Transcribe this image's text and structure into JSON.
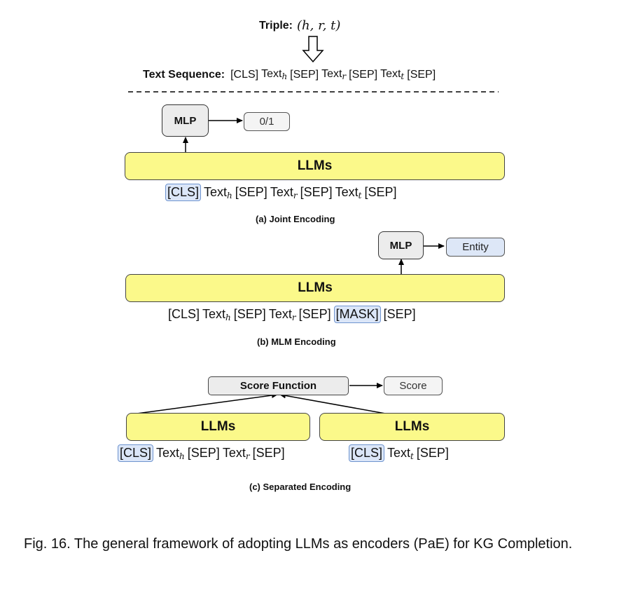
{
  "top": {
    "triple_label": "Triple:",
    "triple_value": "(h, r, t)",
    "text_sequence_label": "Text Sequence:",
    "text_sequence": [
      {
        "t": "[CLS]"
      },
      {
        "t": "Text",
        "sub": "h"
      },
      {
        "t": "[SEP]"
      },
      {
        "t": "Text",
        "sub": "r"
      },
      {
        "t": "[SEP]"
      },
      {
        "t": "Text",
        "sub": "t"
      },
      {
        "t": "[SEP]"
      }
    ]
  },
  "joint": {
    "llm_label": "LLMs",
    "mlp_label": "MLP",
    "output_label": "0/1",
    "caption": "(a) Joint Encoding",
    "tokens": [
      {
        "t": "[CLS]",
        "hl": true
      },
      {
        "t": "Text",
        "sub": "h"
      },
      {
        "t": "[SEP]"
      },
      {
        "t": "Text",
        "sub": "r"
      },
      {
        "t": "[SEP]"
      },
      {
        "t": "Text",
        "sub": "t"
      },
      {
        "t": "[SEP]"
      }
    ]
  },
  "mlm": {
    "llm_label": "LLMs",
    "mlp_label": "MLP",
    "output_label": "Entity",
    "caption": "(b) MLM Encoding",
    "tokens": [
      {
        "t": "[CLS]"
      },
      {
        "t": "Text",
        "sub": "h"
      },
      {
        "t": "[SEP]"
      },
      {
        "t": "Text",
        "sub": "r"
      },
      {
        "t": "[SEP]"
      },
      {
        "t": "[MASK]",
        "hl": true
      },
      {
        "t": "[SEP]"
      }
    ]
  },
  "separated": {
    "score_function_label": "Score Function",
    "score_label": "Score",
    "left_llm_label": "LLMs",
    "right_llm_label": "LLMs",
    "caption": "(c) Separated Encoding",
    "left_tokens": [
      {
        "t": "[CLS]",
        "hl": true
      },
      {
        "t": "Text",
        "sub": "h"
      },
      {
        "t": "[SEP]"
      },
      {
        "t": "Text",
        "sub": "r"
      },
      {
        "t": "[SEP]"
      }
    ],
    "right_tokens": [
      {
        "t": "[CLS]",
        "hl": true
      },
      {
        "t": "Text",
        "sub": "t"
      },
      {
        "t": "[SEP]"
      }
    ]
  },
  "figure_caption": "Fig. 16. The general framework of adopting LLMs as encoders (PaE) for KG Completion."
}
